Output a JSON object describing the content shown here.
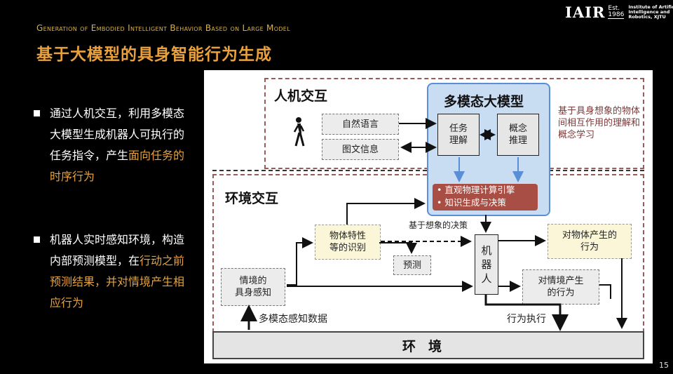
{
  "header": {
    "logo_text": "IAIR",
    "logo_est": "Est.",
    "logo_year": "1986",
    "institute": "Institute of Artificial Intelligence and Robotics, XJTU",
    "subtitle": "Generation of Embodied Intelligent Behavior Based on Large Model",
    "title": "基于大模型的具身智能行为生成"
  },
  "bullets": [
    {
      "part1": "通过人机交互，利用多模态大模型生成机器人可执行的任务指令，产生",
      "highlight": "面向任务的时序行为",
      "part2": ""
    },
    {
      "part1": "机器人实时感知环境，构造内部预测模型，在",
      "highlight": "行动之前预测结果，并对情境产生相应行为",
      "part2": ""
    }
  ],
  "diagram": {
    "hci_title": "人机交互",
    "env_title": "环境交互",
    "natural_language": "自然语言",
    "image_text_info": "图文信息",
    "llm_title": "多模态大模型",
    "task_understanding": "任务\n理解",
    "concept_reasoning": "概念\n推理",
    "red_items": [
      "• 直观物理计算引擎",
      "• 知识生成与决策"
    ],
    "side_note": "基于具身想象的物体间相互作用的理解和概念学习",
    "imagination_decision": "基于想象的决策",
    "object_recognition": "物体特性\n等的识别",
    "prediction": "预测",
    "robot": "机\n器\n人",
    "object_behavior": "对物体产生的\n行为",
    "situation_perception": "情境的\n具身感知",
    "situation_behavior": "对情境产生\n的行为",
    "multimodal_data": "多模态感知数据",
    "action_execution": "行为执行",
    "environment": "环境"
  },
  "page_number": "15"
}
